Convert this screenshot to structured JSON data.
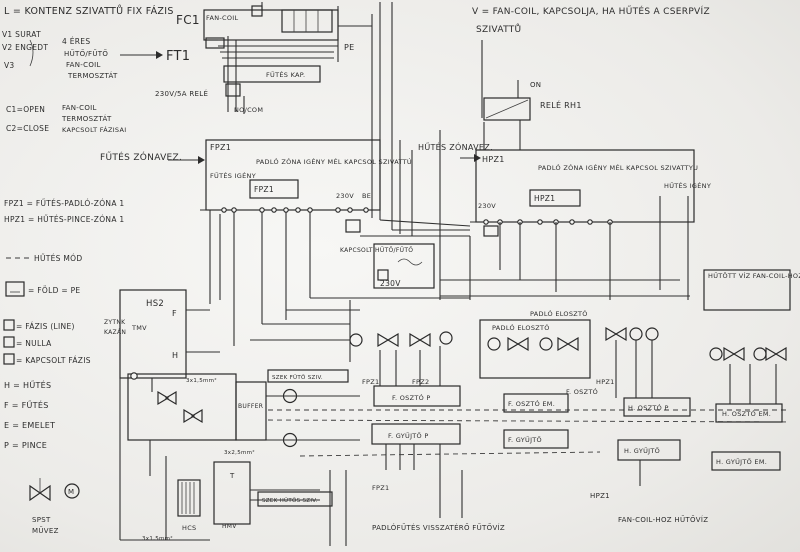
{
  "notes": {
    "top_left": "L = KONTENZ SZIVATTŮ FIX FÁZIS",
    "v_surat": "V1 SURAT",
    "v_engedi": "V2 ENGEDT",
    "v_three": "V3",
    "four_eres": "4 ÉRES",
    "hutes_futes": "HŰTŐ/FŰTŐ",
    "fan_coil": "FAN-COIL",
    "termosztat": "TERMOSZTÁT",
    "c_open": "C1=OPEN",
    "c_close": "C2=CLOSE",
    "fan_coil_2": "FAN-COIL",
    "termosztat_2": "TERMOSZTÁT",
    "kapcsolt": "KAPCSOLT FÁZISAI",
    "top_right_1": "V = FAN-COIL, KAPCSOLJA, HA HŰTÉS A CSERPVÍZ",
    "top_right_2": "SZIVATTŮ",
    "futes_zonavez": "FŰTÉS ZÓNAVEZ.",
    "hutes_zonavez": "HŰTÉS ZÓNAVEZ.",
    "hutott_viz": "HŰTÖTT VÍZ FAN-COIL-HOZ ELŐRE",
    "fan_coil_hut": "FAN-COIL-HOZ HŰTŐVÍZ",
    "futoviz": "PADLÓFŰTÉS VISSZATÉRŐ FŰTŐVÍZ",
    "kanzol": "KAPCSOLT HŰTŐ/FŰTŐ"
  },
  "legend": {
    "fpz": "FPZ1 = FŰTÉS-PADLÓ-ZÓNA 1",
    "hpz": "HPZ1 = HŰTÉS-PINCE-ZÓNA 1",
    "hutes_mod": "HŰTÉS MÓD",
    "fold": "= FÖLD = PE",
    "fazis": "= FÁZIS (LINE)",
    "nulla": "= NULLA",
    "kapcsolt_fazis": "= KAPCSOLT FÁZIS",
    "h": "H = HŰTÉS",
    "f": "F = FŰTÉS",
    "e": "E = EMELET",
    "p": "P = PINCE",
    "spst": "SPST",
    "spst2": "MŰVEZ"
  },
  "labels": {
    "fc1_big": "FC1",
    "fc1": "FAN-COIL",
    "fc1_sub": "FŰTÉS KAP.",
    "pe": "PE",
    "ft1": "FT1",
    "relay_note": "230V/5A RELÉ",
    "no_com": "NO/COM",
    "fpz1_box": "FPZ1",
    "fpz1_inner": "FPZ1",
    "fpz1_note": "PADLÓ ZÓNA IGÉNY MÉL KAPCSOL SZIVATTÚ",
    "futes_igeny": "FŰTÉS IGÉNY",
    "rele_rh1": "RELÉ RH1",
    "on": "ON",
    "hpz1_box": "HPZ1",
    "hpz1_inner": "HPZ1",
    "hpz1_note": "PADLÓ ZÓNA IGÉNY MÉL KAPCSOL SZIVATTYU",
    "hutes_igeny": "HŰTÉS IGÉNY",
    "v230": "230V",
    "v230_2": "230V",
    "be": "BE",
    "hs2": "HS2",
    "tmv": "TMV",
    "ztnk": "ZYTNK",
    "kanzol_tmv": "KAZÁN",
    "futes_left": "F",
    "h_left": "H",
    "padlo_eloszto_1": "PADLÓ ELOSZTÓ",
    "padlo_eloszto_2": "PADLÓ ELOSZTÓ",
    "f_oszto_p": "F. OSZTÓ P",
    "f_oszto_p2": "F. OSZTÓ",
    "f_gyujto_p": "F. GYŰJTŐ P",
    "f_gyujto_e": "F. GYŰJTŐ",
    "f_oszto_e": "F. OSZTÓ EM.",
    "h_oszto_p": "H. OSZTÓ P",
    "h_gyujto": "H. GYŰJTŐ",
    "h_oszto_e": "H. OSZTÓ EM.",
    "h_gyujto_e": "H. GYŰJTŐ EM.",
    "fpz12": "FPZ1",
    "fpz2": "FPZ2",
    "hpz1_lbl": "HPZ1",
    "hpz1_low": "HPZ1",
    "szek_futes": "SZEK FŰTŐ SZIV.",
    "szek_hutes": "SZEK HŰTŐS SZIV.",
    "hcs": "HCS",
    "t": "T",
    "hmv": "HMV",
    "bufer": "BUFFER",
    "v3x25": "3x2,5mm²",
    "v3x15": "3x1,5mm²",
    "v3x15b": "3x1,5mm²"
  },
  "colors": {
    "ink": "#2c2c2c",
    "paper": "#f1f1ef"
  }
}
